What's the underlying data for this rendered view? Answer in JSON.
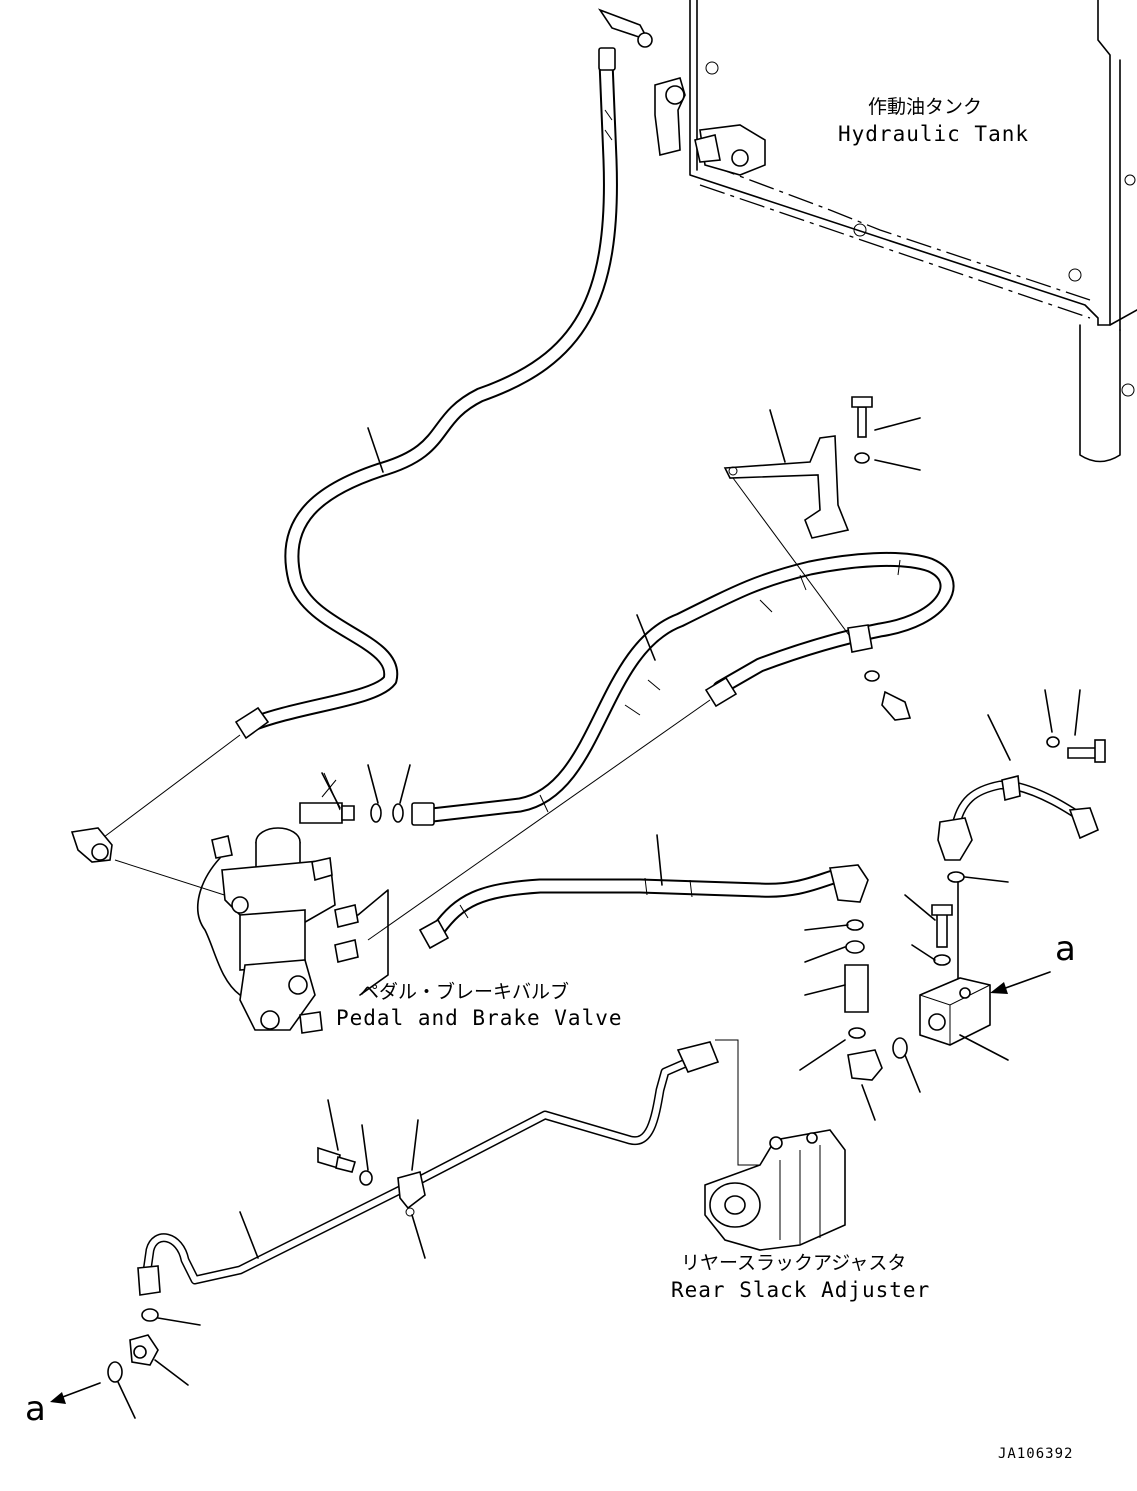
{
  "labels": {
    "hydraulic_tank_jp": "作動油タンク",
    "hydraulic_tank_en": "Hydraulic Tank",
    "brake_valve_jp": "ペダル・ブレーキバルブ",
    "brake_valve_en": "Pedal and Brake Valve",
    "slack_adjuster_jp": "リヤースラックアジャスタ",
    "slack_adjuster_en": "Rear Slack Adjuster",
    "marker_right": "a",
    "marker_left": "a",
    "drawing_code": "JA106392"
  },
  "icons": {
    "arrows": "arrow-icon",
    "fittings": "fitting-icon"
  }
}
